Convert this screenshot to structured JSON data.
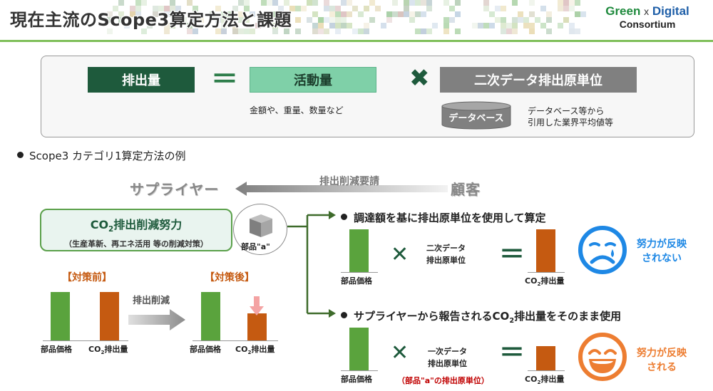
{
  "header": {
    "title": "現在主流のScope3算定方法と課題",
    "logo_green": "Green",
    "logo_x": "x",
    "logo_digital": "Digital",
    "logo_consortium": "Consortium"
  },
  "formula": {
    "emissions": "排出量",
    "equals": "＝",
    "activity": "活動量",
    "times": "✖",
    "factor": "二次データ排出原単位",
    "activity_note": "金額や、重量、数量など",
    "database": "データベース",
    "database_note_1": "データベース等から",
    "database_note_2": "引用した業界平均値等"
  },
  "example": {
    "title": "Scope3 カテゴリ1算定方法の例",
    "supplier": "サプライヤー",
    "customer": "顧客",
    "request": "排出削減要請",
    "effort_title_pre": "CO",
    "effort_title_sub": "2",
    "effort_title_post": "排出削減努力",
    "effort_sub": "（生産革新、再エネ活用 等の削減対策）",
    "part_label": "部品\"a\"",
    "before": "【対策前】",
    "after": "【対策後】",
    "reduction": "排出削減",
    "part_price": "部品価格",
    "co2_pre": "CO",
    "co2_sub": "2",
    "co2_post": "排出量"
  },
  "case1": {
    "title": "調達額を基に排出原単位を使用して算定",
    "multiply": "✕",
    "equals": "＝",
    "factor_1": "二次データ",
    "factor_2": "排出原単位",
    "part_price": "部品価格",
    "co2_pre": "CO",
    "co2_sub": "2",
    "co2_post": "排出量",
    "verdict_1": "努力が反映",
    "verdict_2": "されない",
    "verdict_color": "#1e88e5"
  },
  "case2": {
    "title_pre": "サプライヤーから報告されるCO",
    "title_sub": "2",
    "title_post": "排出量をそのまま使用",
    "multiply": "✕",
    "equals": "＝",
    "factor_1": "一次データ",
    "factor_2": "排出原単位",
    "factor_note": "（部品\"a\"の排出原単位）",
    "part_price": "部品価格",
    "co2_pre": "CO",
    "co2_sub": "2",
    "co2_post": "排出量",
    "verdict_1": "努力が反映",
    "verdict_2": "される",
    "verdict_color": "#ed7d31"
  },
  "colors": {
    "dark_green": "#1e5a3c",
    "light_green": "#7fd0a8",
    "grey": "#808080",
    "bar_green": "#5aa33d",
    "bar_orange": "#c55a11"
  }
}
